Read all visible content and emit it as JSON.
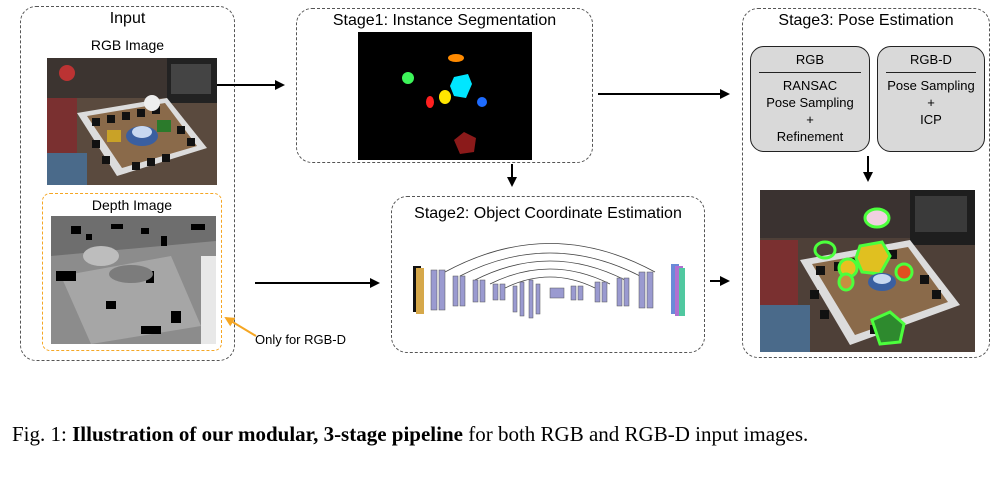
{
  "input": {
    "title": "Input",
    "rgb_label": "RGB Image",
    "depth_label": "Depth Image",
    "only_rgbd_note": "Only for RGB-D"
  },
  "stage1": {
    "title": "Stage1: Instance Segmentation"
  },
  "stage2": {
    "title": "Stage2: Object Coordinate Estimation"
  },
  "stage3": {
    "title": "Stage3: Pose Estimation",
    "rgb_box": {
      "header": "RGB",
      "lines": [
        "RANSAC",
        "Pose Sampling",
        "+",
        "Refinement"
      ]
    },
    "rgbd_box": {
      "header": "RGB-D",
      "lines": [
        "Pose Sampling",
        "+",
        "ICP"
      ]
    }
  },
  "caption": {
    "prefix": "Fig. 1: ",
    "bold": "Illustration of our modular, 3-stage pipeline",
    "rest": " for both RGB and RGB-D input images."
  },
  "colors": {
    "highlight_orange": "#f5a623",
    "pose_box_fill": "#d9d9d9",
    "mask_colors": [
      "#ff8a00",
      "#00e6ff",
      "#3df55a",
      "#ff2020",
      "#ffe600",
      "#1e6cff",
      "#8b1a1a"
    ]
  }
}
